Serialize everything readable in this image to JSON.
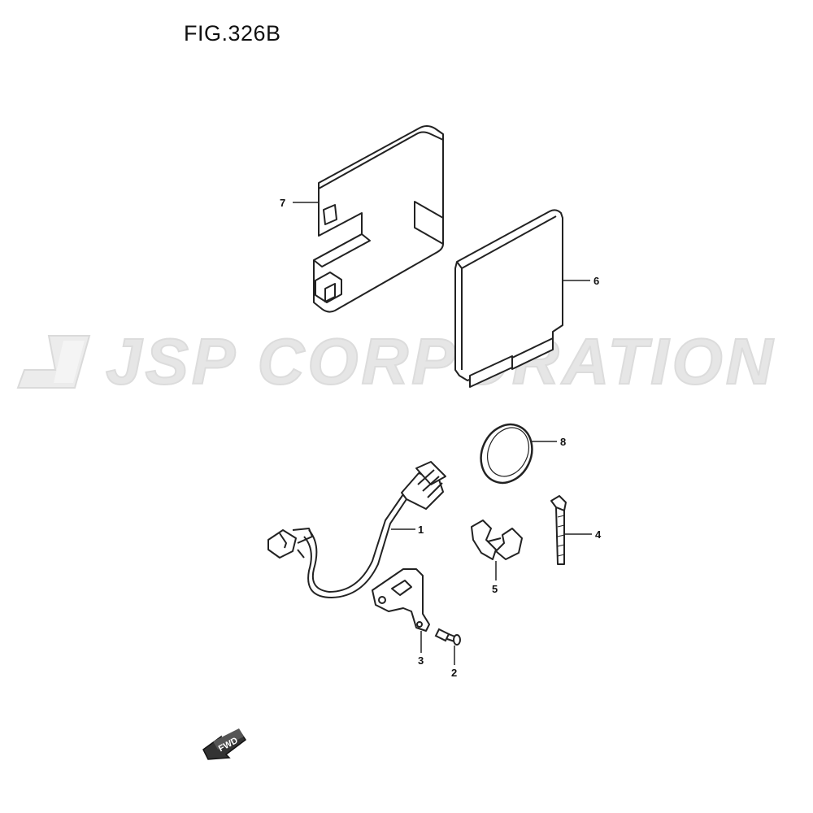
{
  "figure": {
    "title": "FIG.326B"
  },
  "watermark": {
    "text": "JSP CORPORATION"
  },
  "direction_badge": {
    "label": "FWD"
  },
  "callouts": {
    "wire_harness": "1",
    "bolt": "2",
    "bracket": "3",
    "cable_tie": "4",
    "clamp": "5",
    "control_unit": "6",
    "cover": "7",
    "cushion_pad": "8"
  }
}
